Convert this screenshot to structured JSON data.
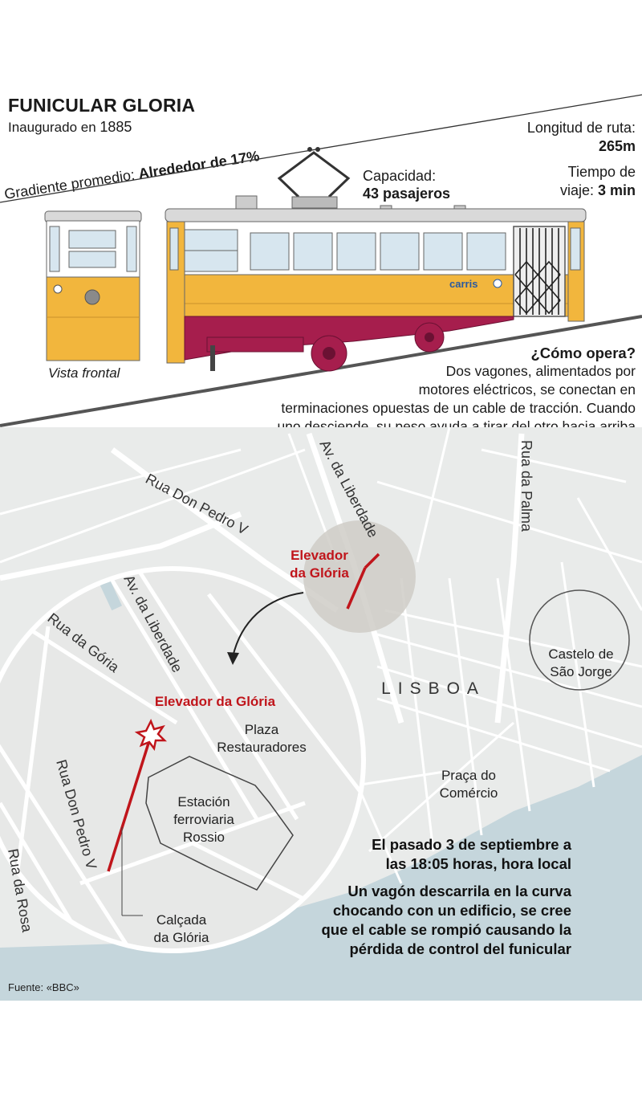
{
  "header": {
    "title": "FUNICULAR GLORIA",
    "inaugurated_prefix": "Inaugurado en",
    "inaugurated_year": "1885",
    "route_length_label": "Longitud de ruta:",
    "route_length_value": "265m",
    "travel_time_label": "Tiempo de viaje:",
    "travel_time_value": "3 min",
    "capacity_label": "Capacidad:",
    "capacity_value": "43 pasajeros",
    "gradient_label": "Gradiente promedio:",
    "gradient_value": "Alrededor de 17%"
  },
  "tram": {
    "front_view_label": "Vista frontal",
    "brand": "carris",
    "colors": {
      "body": "#f2b63d",
      "chassis": "#a61e4d",
      "roof": "#d9d9d9",
      "window": "#d7e6ef"
    }
  },
  "operation": {
    "question": "¿Cómo opera?",
    "line1": "Dos vagones, alimentados por",
    "line2": "motores eléctricos, se conectan en",
    "line3": "terminaciones opuestas de un cable de tracción. Cuando",
    "line4": "uno desciende, su peso ayuda a tirar del otro hacia arriba"
  },
  "map": {
    "colors": {
      "land": "#e9ebea",
      "street": "#ffffff",
      "water": "#c5d6dc",
      "route": "#c0151b"
    },
    "streets": {
      "rua_don_pedro_v": "Rua Don Pedro V",
      "av_liberdade": "Av. da Liberdade",
      "rua_palma": "Rua da Palma",
      "rua_goria": "Rua da Gória",
      "rua_rosa": "Rua da Rosa"
    },
    "places": {
      "elevador_line1": "Elevador",
      "elevador_line2": "da Glória",
      "elevador_full": "Elevador da Glória",
      "lisboa": "LISBOA",
      "castelo_line1": "Castelo de",
      "castelo_line2": "São Jorge",
      "plaza_line1": "Plaza",
      "plaza_line2": "Restauradores",
      "estacion_line1": "Estación",
      "estacion_line2": "ferroviaria",
      "estacion_line3": "Rossio",
      "praca_line1": "Praça do",
      "praca_line2": "Comércio",
      "calcada_line1": "Calçada",
      "calcada_line2": "da Glória"
    }
  },
  "annotation": {
    "date_line1": "El pasado 3 de septiembre a",
    "date_line2": "las 18:05 horas, hora local",
    "desc_line1": "Un vagón descarrila en la curva",
    "desc_line2": "chocando con un edificio, se cree",
    "desc_line3": "que el cable se rompió causando la",
    "desc_line4": "pérdida de control del funicular"
  },
  "source": "Fuente: «BBC»"
}
